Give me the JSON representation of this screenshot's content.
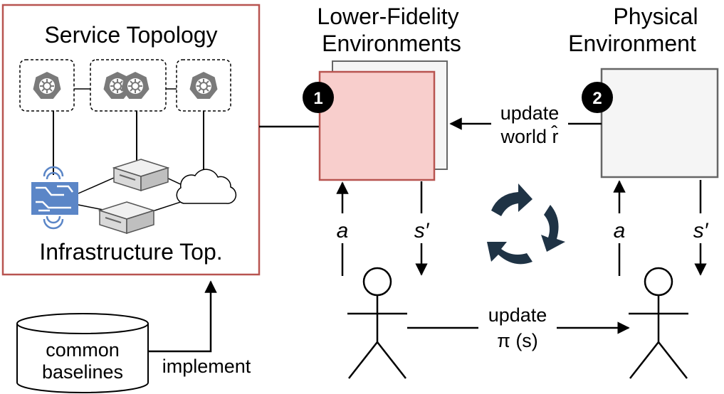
{
  "service_topology": {
    "title": "Service Topology",
    "infra_label": "Infrastructure Top."
  },
  "baselines": {
    "label_line1": "common",
    "label_line2": "baselines",
    "arrow_label": "implement"
  },
  "lower_fidelity": {
    "title_line1": "Lower-Fidelity",
    "title_line2": "Environments",
    "badge": "1",
    "action": "a",
    "state": "s′"
  },
  "physical": {
    "title_line1": "Physical",
    "title_line2": "Environment",
    "badge": "2",
    "action": "a",
    "state": "s′"
  },
  "update_world": {
    "line1": "update",
    "line2": "world r̂"
  },
  "update_policy": {
    "line1": "update",
    "line2": "π (s)"
  },
  "colors": {
    "accent_red": "#b85450",
    "env_fill": "#f8cecc",
    "physical_fill": "#f5f5f5",
    "cycle_arrows": "#1f3345",
    "iot_blue": "#5b86c7"
  }
}
